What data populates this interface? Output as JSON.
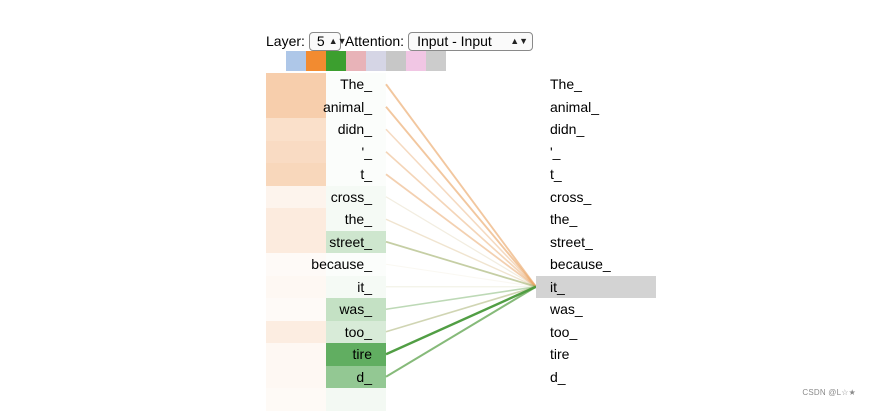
{
  "controls": {
    "layer_label": "Layer:",
    "layer_value": "5",
    "attention_label": "Attention:",
    "attention_value": "Input - Input",
    "updown_glyph": "▲▼"
  },
  "swatch_colors": [
    "#aec7e8",
    "#f28b30",
    "#3c9f2f",
    "#e8b3b8",
    "#d5d5e5",
    "#c7c7c7",
    "#f1c6e4",
    "#cccccc"
  ],
  "head_colors": {
    "orange": "#f0a668",
    "green": "#3a9a3a"
  },
  "tokens": [
    "The_",
    "animal_",
    "didn_",
    "'_",
    "t_",
    "cross_",
    "the_",
    "street_",
    "because_",
    "it_",
    "was_",
    "too_",
    "tire",
    "d_"
  ],
  "selected_index": 9,
  "attention": {
    "orange": [
      0.55,
      0.55,
      0.35,
      0.4,
      0.45,
      0.12,
      0.22,
      0.22,
      0.05,
      0.08,
      0.05,
      0.2,
      0.08,
      0.08,
      0.06
    ],
    "green": [
      0.02,
      0.02,
      0.02,
      0.02,
      0.02,
      0.05,
      0.05,
      0.25,
      0.02,
      0.05,
      0.3,
      0.2,
      0.8,
      0.55,
      0.06
    ]
  },
  "watermark": "CSDN @L☆★"
}
